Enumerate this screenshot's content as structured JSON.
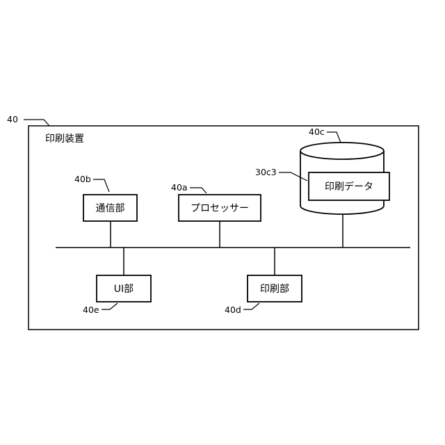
{
  "device": {
    "ref": "40",
    "title": "印刷装置"
  },
  "components": {
    "comm": {
      "ref": "40b",
      "label": "通信部"
    },
    "processor": {
      "ref": "40a",
      "label": "プロセッサー"
    },
    "storage": {
      "ref": "40c"
    },
    "print_data": {
      "ref": "30c3",
      "label": "印刷データ"
    },
    "ui": {
      "ref": "40e",
      "label": "UI部"
    },
    "printer": {
      "ref": "40d",
      "label": "印刷部"
    }
  }
}
